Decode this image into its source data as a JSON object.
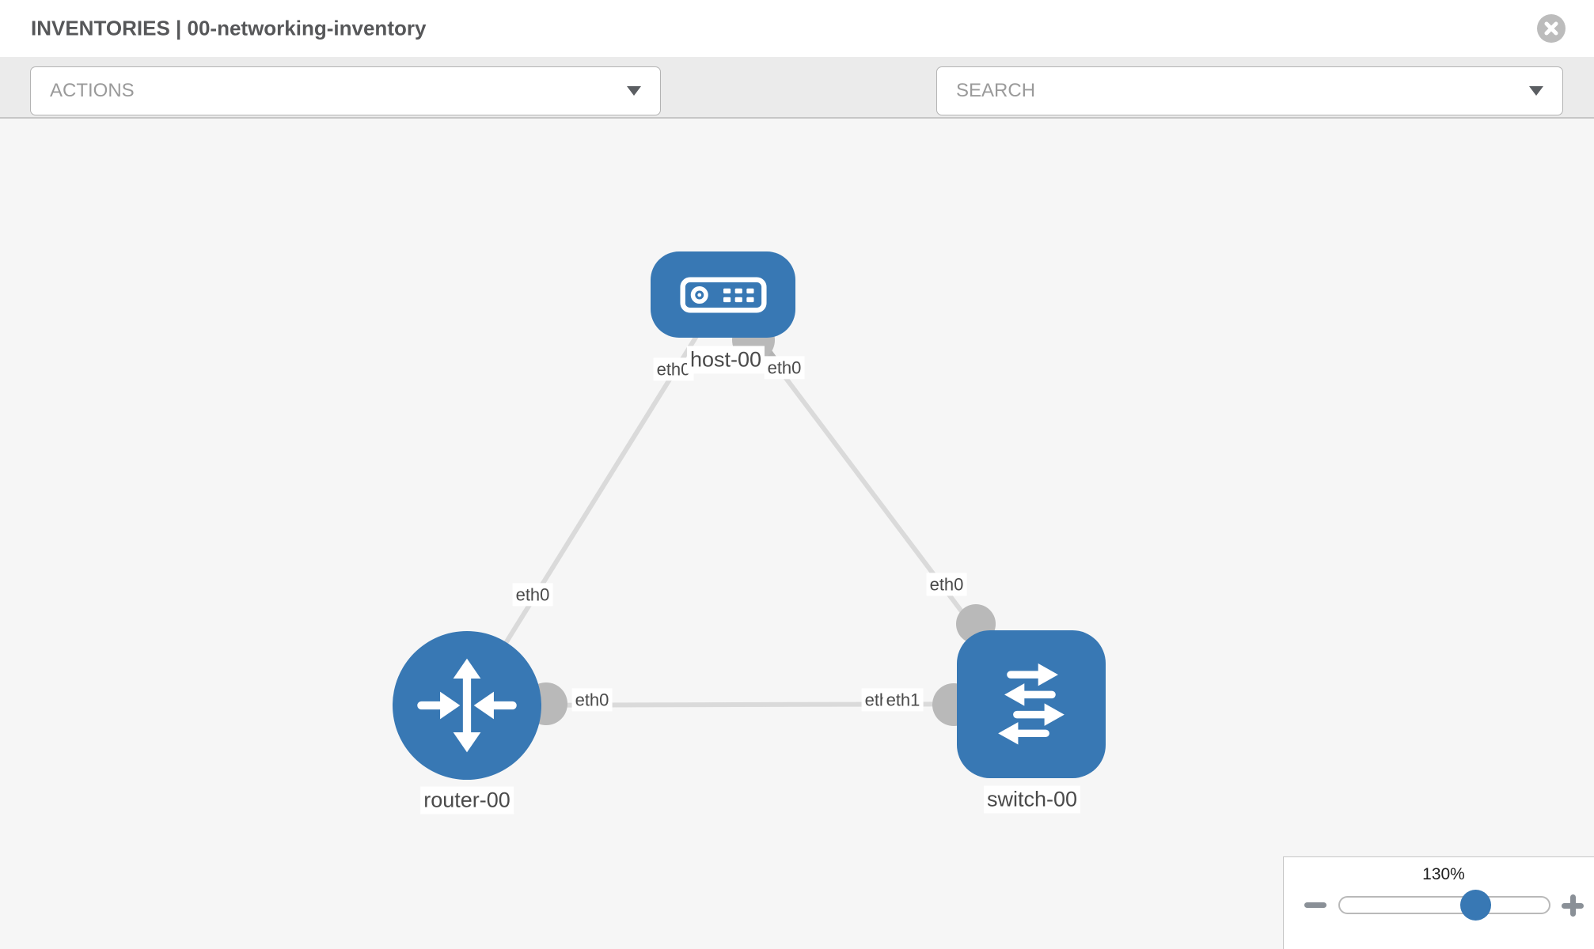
{
  "header": {
    "title": "INVENTORIES | 00-networking-inventory",
    "close_icon": "x-circle"
  },
  "toolbar": {
    "actions_placeholder": "ACTIONS",
    "search_placeholder": "SEARCH",
    "icons": [
      "wrench-icon",
      "key-icon"
    ]
  },
  "topology": {
    "nodes": [
      {
        "id": "host-00",
        "type": "host",
        "label": "host-00"
      },
      {
        "id": "router-00",
        "type": "router",
        "label": "router-00"
      },
      {
        "id": "switch-00",
        "type": "switch",
        "label": "switch-00"
      }
    ],
    "links": [
      {
        "from": "host-00",
        "to": "router-00"
      },
      {
        "from": "host-00",
        "to": "switch-00"
      },
      {
        "from": "router-00",
        "to": "switch-00"
      }
    ],
    "interface_labels": {
      "host_left": "eth0",
      "host_right": "eth0",
      "router_top": "eth0",
      "router_right": "eth0",
      "switch_link_under": "eth0",
      "switch_link_over": "eth1",
      "switch_top": "eth0"
    }
  },
  "zoom_control": {
    "level": "130%"
  },
  "colors": {
    "node_blue": "#3878b4",
    "link_gray": "#dadada",
    "interface_dot_gray": "#b9b9b9",
    "canvas_bg": "#f6f6f6",
    "toolbar_bg": "#ebebeb"
  }
}
